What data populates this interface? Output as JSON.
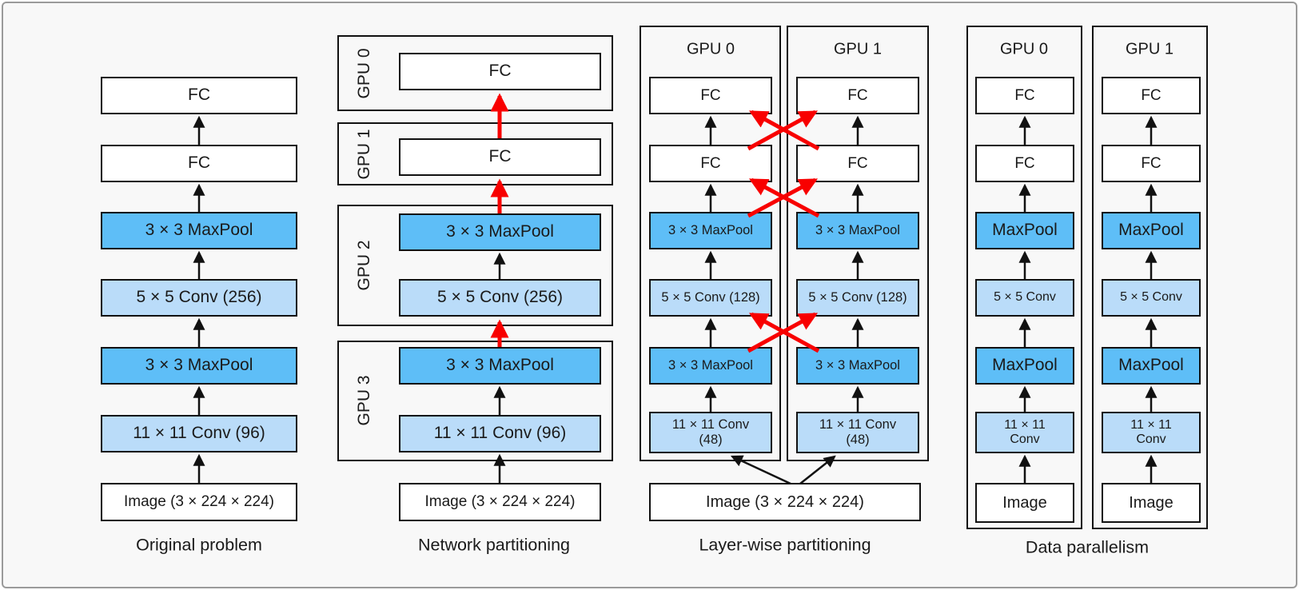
{
  "figure": {
    "colors": {
      "maxpool_fill": "#5ebef7",
      "conv_fill": "#badcf9",
      "box_fill": "#ffffff",
      "box_border": "#111111",
      "arrow_black": "#111111",
      "arrow_red": "#f80000",
      "background": "#f8f8f8",
      "frame_border": "#9a9a9a"
    },
    "panels": [
      {
        "caption": "Original problem",
        "boxes": [
          "FC",
          "FC",
          "3 × 3 MaxPool",
          "5 × 5 Conv (256)",
          "3 × 3 MaxPool",
          "11 × 11 Conv (96)",
          "Image (3 × 224 × 224)"
        ]
      },
      {
        "caption": "Network partitioning",
        "gpus": [
          {
            "label": "GPU 0",
            "boxes": [
              "FC"
            ]
          },
          {
            "label": "GPU 1",
            "boxes": [
              "FC"
            ]
          },
          {
            "label": "GPU 2",
            "boxes": [
              "3 × 3 MaxPool",
              "5 × 5 Conv (256)"
            ]
          },
          {
            "label": "GPU 3",
            "boxes": [
              "3 × 3 MaxPool",
              "11 × 11 Conv (96)"
            ]
          }
        ],
        "image_box": "Image (3 × 224 × 224)"
      },
      {
        "caption": "Layer-wise partitioning",
        "gpus": [
          {
            "label": "GPU 0",
            "boxes": [
              "FC",
              "FC",
              "3 × 3 MaxPool",
              "5 × 5 Conv (128)",
              "3 × 3 MaxPool",
              "11 × 11 Conv\n(48)"
            ]
          },
          {
            "label": "GPU 1",
            "boxes": [
              "FC",
              "FC",
              "3 × 3 MaxPool",
              "5 × 5 Conv (128)",
              "3 × 3 MaxPool",
              "11 × 11 Conv\n(48)"
            ]
          }
        ],
        "image_box": "Image (3 × 224 × 224)"
      },
      {
        "caption": "Data parallelism",
        "gpus": [
          {
            "label": "GPU 0",
            "boxes": [
              "FC",
              "FC",
              "MaxPool",
              "5 × 5 Conv",
              "MaxPool",
              "11 × 11\nConv",
              "Image"
            ]
          },
          {
            "label": "GPU 1",
            "boxes": [
              "FC",
              "FC",
              "MaxPool",
              "5 × 5 Conv",
              "MaxPool",
              "11 × 11\nConv",
              "Image"
            ]
          }
        ]
      }
    ]
  }
}
